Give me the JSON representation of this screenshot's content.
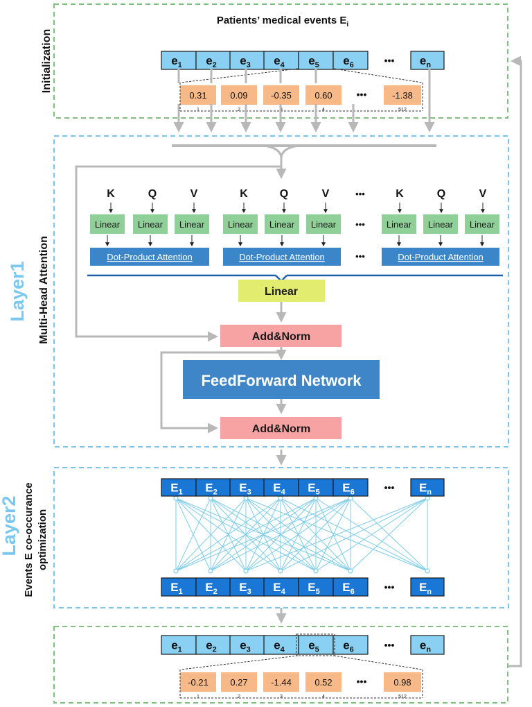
{
  "init": {
    "title": "Patients’ medical events E",
    "title_sub": "i",
    "side_label": "Initialization",
    "tokens": [
      {
        "base": "e",
        "sub": "1"
      },
      {
        "base": "e",
        "sub": "2"
      },
      {
        "base": "e",
        "sub": "3"
      },
      {
        "base": "e",
        "sub": "4"
      },
      {
        "base": "e",
        "sub": "5"
      },
      {
        "base": "e",
        "sub": "6"
      }
    ],
    "token_last": {
      "base": "e",
      "sub": "n"
    },
    "ellipsis": "•••",
    "vector": [
      {
        "value": "0.31",
        "index": "1"
      },
      {
        "value": "0.09",
        "index": "2"
      },
      {
        "value": "-0.35",
        "index": "3"
      },
      {
        "value": "0.60",
        "index": "4"
      }
    ],
    "vector_last": {
      "value": "-1.38",
      "index": "512"
    }
  },
  "layer1": {
    "name": "Layer1",
    "side_label": "Multi-Head Attention",
    "kqv": [
      "K",
      "Q",
      "V"
    ],
    "linear_label": "Linear",
    "attention_label": "Dot-Product Attention",
    "ellipsis": "•••",
    "top_linear": "Linear",
    "add_norm": "Add&Norm",
    "ffn": "FeedForward Network"
  },
  "layer2": {
    "name": "Layer2",
    "side_label_1": "Events E co-occurance",
    "side_label_2": "optimization",
    "tokens": [
      {
        "base": "E",
        "sub": "1"
      },
      {
        "base": "E",
        "sub": "2"
      },
      {
        "base": "E",
        "sub": "3"
      },
      {
        "base": "E",
        "sub": "4"
      },
      {
        "base": "E",
        "sub": "5"
      },
      {
        "base": "E",
        "sub": "6"
      }
    ],
    "token_last": {
      "base": "E",
      "sub": "n"
    },
    "ellipsis": "•••"
  },
  "output": {
    "tokens": [
      {
        "base": "e",
        "sub": "1"
      },
      {
        "base": "e",
        "sub": "2"
      },
      {
        "base": "e",
        "sub": "3"
      },
      {
        "base": "e",
        "sub": "4"
      },
      {
        "base": "e",
        "sub": "5"
      },
      {
        "base": "e",
        "sub": "6"
      }
    ],
    "token_last": {
      "base": "e",
      "sub": "n"
    },
    "ellipsis": "•••",
    "vector": [
      {
        "value": "-0.21",
        "index": "1"
      },
      {
        "value": "0.27",
        "index": "2"
      },
      {
        "value": "-1.44",
        "index": "3"
      },
      {
        "value": "0.52",
        "index": "4"
      }
    ],
    "vector_last": {
      "value": "0.98",
      "index": "512"
    }
  },
  "colors": {
    "green_dash": "#7dc07d",
    "blue_dash": "#7fc4ea",
    "token_fill": "#89d0f2",
    "token_dark": "#1a77d6",
    "vector_fill": "#f7b987",
    "linear_green": "#8fcf98",
    "attn_blue": "#3a86c8",
    "linear_yellow": "#e2ec6e",
    "addnorm": "#f8a3a3",
    "ffn": "#3f86c9",
    "layer_text": "#7cc7ee",
    "arrow": "#b8b8b8",
    "net_line": "#7ccce9"
  }
}
